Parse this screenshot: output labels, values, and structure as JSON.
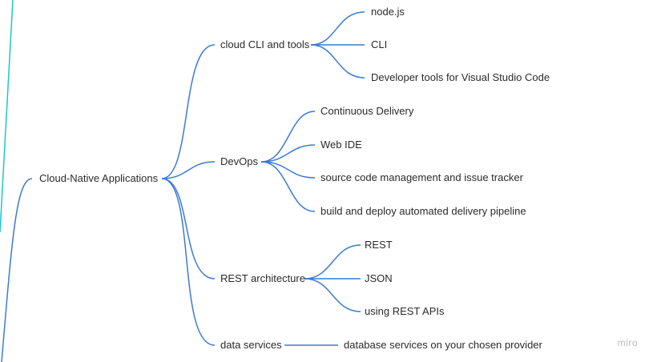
{
  "mindmap": {
    "root": "Cloud-Native Applications",
    "branches": [
      {
        "label": "cloud CLI and tools",
        "children": [
          "node.js",
          "CLI",
          "Developer tools for Visual Studio Code"
        ]
      },
      {
        "label": "DevOps",
        "children": [
          "Continuous Delivery",
          "Web IDE",
          "source code management and issue tracker",
          "build and deploy automated delivery pipeline"
        ]
      },
      {
        "label": "REST architecture",
        "children": [
          "REST",
          "JSON",
          "using REST APIs"
        ]
      },
      {
        "label": "data services",
        "children": [
          "database services on your chosen provider"
        ]
      }
    ]
  },
  "watermark": "miro",
  "colors": {
    "connector": "#3a7bd5",
    "accent_line": "#1ec3d6",
    "text": "#2b2b2b"
  }
}
